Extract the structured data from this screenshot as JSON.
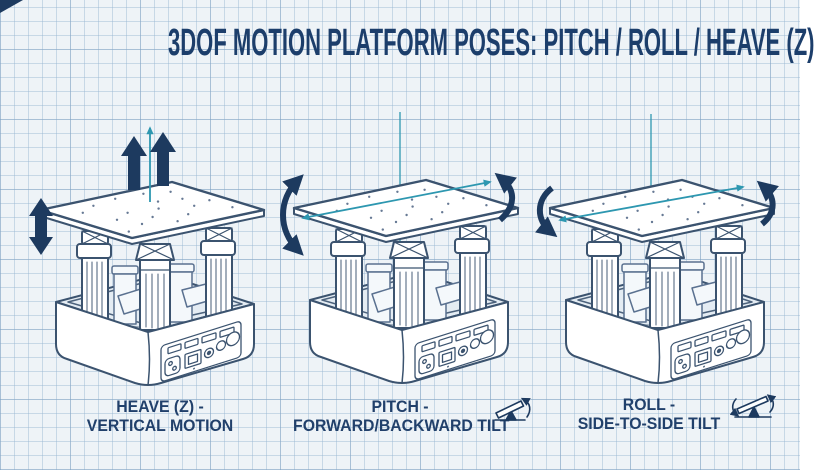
{
  "title": "3DOF MOTION PLATFORM POSES: PITCH / ROLL / HEAVE (Z)",
  "poses": [
    {
      "name": "heave",
      "label_line1": "HEAVE (Z) -",
      "label_line2": "VERTICAL MOTION",
      "motion_icons": [
        "up-block-arrows-icon",
        "up-down-arrow-icon",
        "vertical-axis-arrow-icon"
      ]
    },
    {
      "name": "pitch",
      "label_line1": "PITCH -",
      "label_line2": "FORWARD/BACKWARD TILT",
      "motion_icons": [
        "rotation-arc-arrows-icon",
        "pitch-axis-arrow-icon",
        "pitch-tilt-icon"
      ]
    },
    {
      "name": "roll",
      "label_line1": "ROLL -",
      "label_line2": "SIDE-TO-SIDE TILT",
      "motion_icons": [
        "rotation-arc-arrows-icon",
        "roll-axis-arrow-icon",
        "roll-tilt-icon"
      ]
    }
  ],
  "illustration": "3dof-motion-platform-line-art",
  "colors": {
    "navy_arrow": "#1d3a5f",
    "teal_axis": "#2d97b0",
    "line_art": "#3b536f",
    "title_text": "#1c3e6b",
    "label_text": "#21406b",
    "background": "#eef3f7",
    "grid_line": "#98b6d2"
  }
}
